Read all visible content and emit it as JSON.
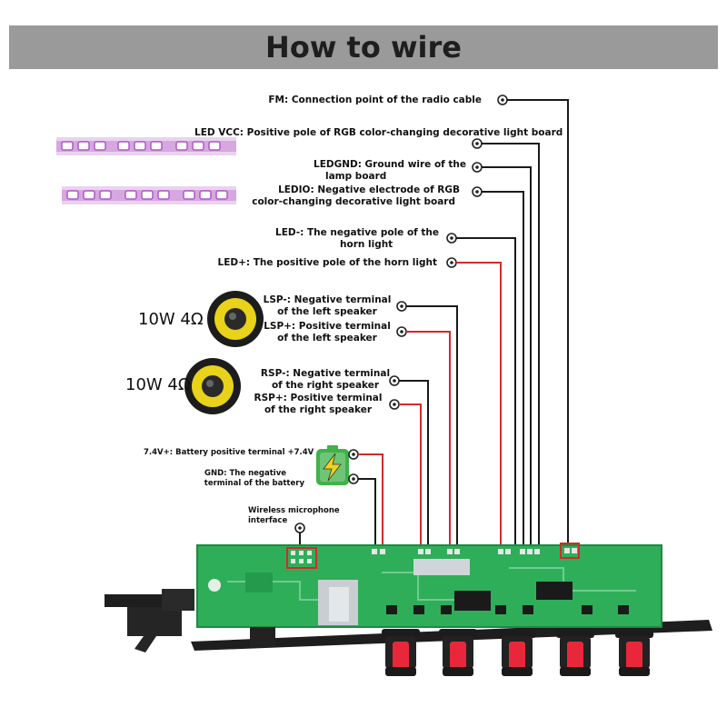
{
  "title": "How to wire",
  "labels": {
    "fm": "FM: Connection point of the radio cable",
    "led_vcc": "LED VCC: Positive pole of RGB color-changing decorative light board",
    "ledgnd_1": "LEDGND: Ground wire of the",
    "ledgnd_2": "lamp board",
    "ledio_1": "LEDIO: Negative electrode of RGB",
    "ledio_2": "color-changing decorative light board",
    "led_minus_1": "LED-: The negative pole of the",
    "led_minus_2": "horn light",
    "led_plus": "LED+: The positive pole of the horn light",
    "lsp_minus_1": "LSP-: Negative terminal",
    "lsp_minus_2": "of the left speaker",
    "lsp_plus_1": "LSP+: Positive terminal",
    "lsp_plus_2": "of the left speaker",
    "rsp_minus_1": "RSP-: Negative terminal",
    "rsp_minus_2": "of the right speaker",
    "rsp_plus_1": "RSP+: Positive terminal",
    "rsp_plus_2": "of the right speaker",
    "bat_plus": "7.4V+: Battery positive terminal +7.4V",
    "gnd_1": "GND: The negative",
    "gnd_2": "terminal of the battery",
    "mic_1": "Wireless microphone",
    "mic_2": "interface"
  },
  "speakers": [
    {
      "rating": "10W 4Ω"
    },
    {
      "rating": "10W 4Ω"
    }
  ],
  "icons": [
    "led-strip-icon",
    "speaker-icon",
    "battery-charging-icon",
    "circuit-board-icon",
    "knob-icon"
  ],
  "colors": {
    "banner": "#9a9a9a",
    "wire_black": "#1a1a1a",
    "wire_red": "#d42a2a",
    "pcb": "#2fae5a",
    "battery": "#3fb24a",
    "speaker_cone": "#e8d21a",
    "led_glow": "#c06ad6",
    "knob_red": "#e8283a"
  }
}
